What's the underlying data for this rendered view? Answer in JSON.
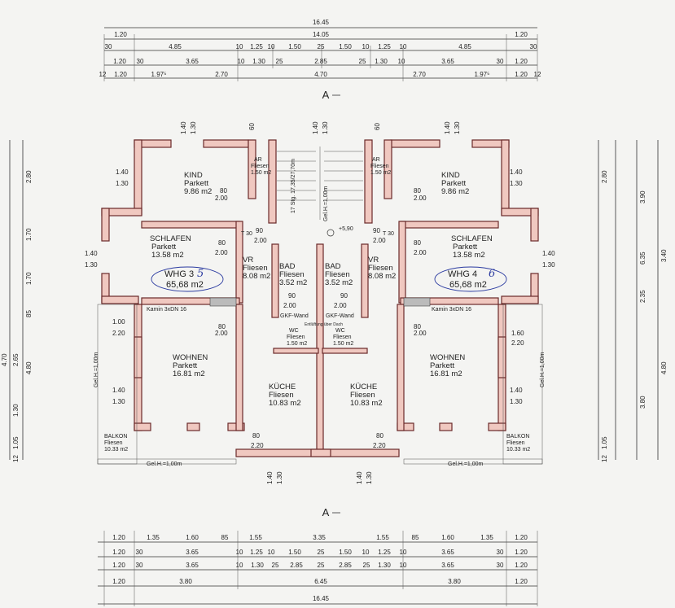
{
  "top_dims": {
    "total": "16.45",
    "row1": [
      "1.20",
      "14.05",
      "1.20"
    ],
    "row2": [
      "30",
      "4.85",
      "10",
      "1.25",
      "10",
      "1.50",
      "25",
      "1.50",
      "10",
      "1.25",
      "10",
      "4.85",
      "30"
    ],
    "row3": [
      "1.20",
      "30",
      "3.65",
      "10",
      "1.30",
      "25",
      "2.85",
      "25",
      "1.30",
      "10",
      "3.65",
      "30",
      "1.20"
    ],
    "row4": [
      "12",
      "1.20",
      "1.97⁵",
      "2.70",
      "4.70",
      "2.70",
      "1.97⁵",
      "1.20",
      "12"
    ]
  },
  "bottom_dims": {
    "row1": [
      "1.20",
      "1.35",
      "1.60",
      "85",
      "1.55",
      "3.35",
      "1.55",
      "85",
      "1.60",
      "1.35",
      "1.20"
    ],
    "row2": [
      "1.20",
      "30",
      "3.65",
      "10",
      "1.25",
      "10",
      "1.50",
      "25",
      "1.50",
      "10",
      "1.25",
      "10",
      "3.65",
      "30",
      "1.20"
    ],
    "row3": [
      "1.20",
      "30",
      "3.65",
      "10",
      "1.30",
      "25",
      "2.85",
      "25",
      "2.85",
      "25",
      "1.30",
      "10",
      "3.65",
      "30",
      "1.20"
    ],
    "row4": [
      "1.20",
      "3.80",
      "6.45",
      "3.80",
      "1.20"
    ],
    "total": "16.45"
  },
  "section_marks": {
    "top": "A",
    "bottom": "A"
  },
  "left_dims": [
    "2.80",
    "1.70",
    "1.70",
    "85",
    "4.80",
    "2.65",
    "4.70",
    "1.30",
    "1.05",
    "12"
  ],
  "right_dims": [
    "2.80",
    "3.90",
    "6.35",
    "3.40",
    "2.35",
    "4.80",
    "3.80",
    "1.05",
    "12"
  ],
  "rooms": {
    "kind_left": {
      "name": "KIND",
      "floor": "Parkett",
      "area": "9.86 m2"
    },
    "kind_right": {
      "name": "KIND",
      "floor": "Parkett",
      "area": "9.86 m2"
    },
    "schlafen_left": {
      "name": "SCHLAFEN",
      "floor": "Parkett",
      "area": "13.58 m2"
    },
    "schlafen_right": {
      "name": "SCHLAFEN",
      "floor": "Parkett",
      "area": "13.58 m2"
    },
    "vr_left": {
      "name": "VR",
      "floor": "Fliesen",
      "area": "8.08 m2"
    },
    "vr_right": {
      "name": "VR",
      "floor": "Fliesen",
      "area": "8.08 m2"
    },
    "bad_left": {
      "name": "BAD",
      "floor": "Fliesen",
      "area": "3.52 m2"
    },
    "bad_right": {
      "name": "BAD",
      "floor": "Fliesen",
      "area": "3.52 m2"
    },
    "wc_left": {
      "name": "WC",
      "floor": "Fliesen",
      "area": "1.50 m2"
    },
    "wc_right": {
      "name": "WC",
      "floor": "Fliesen",
      "area": "1.50 m2"
    },
    "ar_left": {
      "name": "AR",
      "floor": "Fliesen",
      "area": "1.50 m2"
    },
    "ar_right": {
      "name": "AR",
      "floor": "Fliesen",
      "area": "1.50 m2"
    },
    "wohnen_left": {
      "name": "WOHNEN",
      "floor": "Parkett",
      "area": "16.81 m2"
    },
    "wohnen_right": {
      "name": "WOHNEN",
      "floor": "Parkett",
      "area": "16.81 m2"
    },
    "kueche_left": {
      "name": "KÜCHE",
      "floor": "Fliesen",
      "area": "10.83 m2"
    },
    "kueche_right": {
      "name": "KÜCHE",
      "floor": "Fliesen",
      "area": "10.83 m2"
    },
    "balkon_left": {
      "name": "BALKON",
      "floor": "Fliesen",
      "area": "10.33 m2"
    },
    "balkon_right": {
      "name": "BALKON",
      "floor": "Fliesen",
      "area": "10.33 m2"
    }
  },
  "units": {
    "left": {
      "label": "WHG 3",
      "handwritten": "5",
      "area": "65,68 m2"
    },
    "right": {
      "label": "WHG 4",
      "handwritten": "6",
      "area": "65,68 m2"
    }
  },
  "labels": {
    "kamin": "Kamin 3xDN 16",
    "gkf": "GKF-Wand",
    "entluftung": "Entlüftung über Dach",
    "stairs": "17 Stg. 17,35/27,70m",
    "gel_h_stair": "Gel.H.=1,00m",
    "gel_h": "Gel.H.=1,00m",
    "level": "+5,90",
    "t30": "T 30"
  },
  "door_dims": {
    "w80": "80",
    "w90": "90",
    "h200": "2.00",
    "w60": "60",
    "w140": "1.40",
    "h130": "1.30",
    "w100": "1.00",
    "h220": "2.20",
    "w160": "1.60"
  }
}
